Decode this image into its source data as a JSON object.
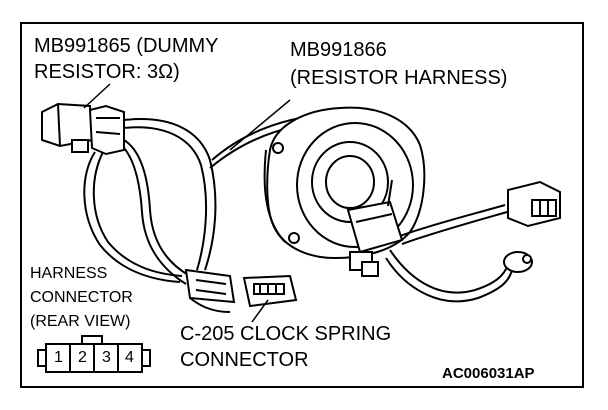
{
  "labels": {
    "dummy_resistor_line1": "MB991865 (DUMMY",
    "dummy_resistor_line2": "RESISTOR: 3Ω)",
    "resistor_harness_line1": "MB991866",
    "resistor_harness_line2": "(RESISTOR HARNESS)",
    "harness_connector_line1": "HARNESS",
    "harness_connector_line2": "CONNECTOR",
    "harness_connector_line3": "(REAR VIEW)",
    "clock_spring_line1": "C-205 CLOCK SPRING",
    "clock_spring_line2": "CONNECTOR",
    "figure_code": "AC006031AP"
  },
  "pins": [
    "1",
    "2",
    "3",
    "4"
  ],
  "colors": {
    "line": "#000000",
    "background": "#ffffff"
  }
}
